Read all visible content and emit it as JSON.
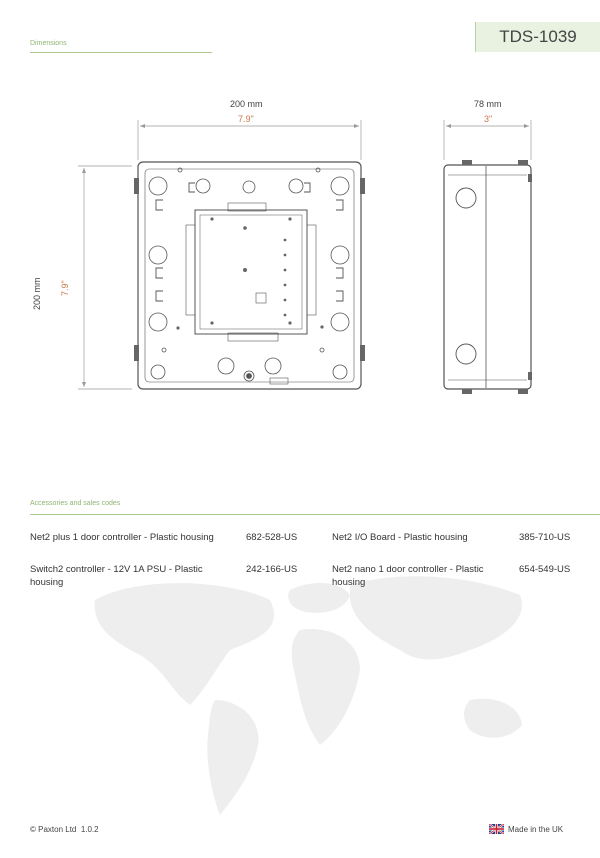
{
  "header": {
    "section": "Dimensions",
    "code": "TDS-1039"
  },
  "dimensions": {
    "width_mm": "200 mm",
    "width_in": "7.9\"",
    "depth_mm": "78 mm",
    "depth_in": "3\"",
    "height_mm": "200 mm",
    "height_in": "7.9\""
  },
  "accessories": {
    "title": "Accessories and sales codes",
    "items": [
      {
        "name": "Net2 plus 1 door controller - Plastic housing",
        "code": "682-528-US"
      },
      {
        "name": "Net2 I/O Board - Plastic housing",
        "code": "385-710-US"
      },
      {
        "name": "Switch2 controller - 12V 1A PSU - Plastic housing",
        "code": "242-166-US"
      },
      {
        "name": "Net2 nano 1 door controller - Plastic housing",
        "code": "654-549-US"
      }
    ]
  },
  "footer": {
    "copyright": "© Paxton Ltd  1.0.2",
    "made_in": "Made in the UK"
  },
  "colors": {
    "accent": "#8fb573",
    "inch": "#c8784a",
    "code_box": "#e9f2e1"
  }
}
